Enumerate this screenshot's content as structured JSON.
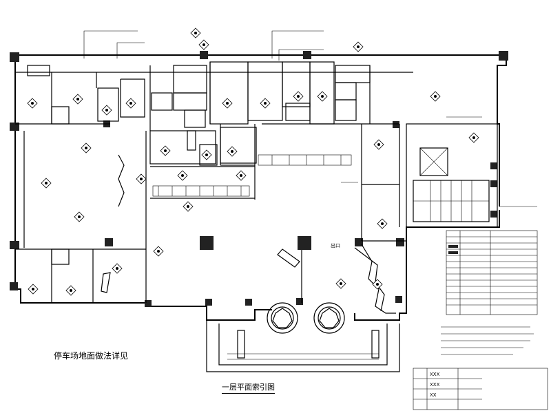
{
  "drawing": {
    "parking_note": "停车场地面做法详见",
    "plan_title": "一层平面索引图",
    "entrance_label": "出口"
  },
  "legend": {
    "rows": 13
  },
  "title_block": {
    "rows": [
      "XXX",
      "XXX",
      "XX"
    ]
  }
}
